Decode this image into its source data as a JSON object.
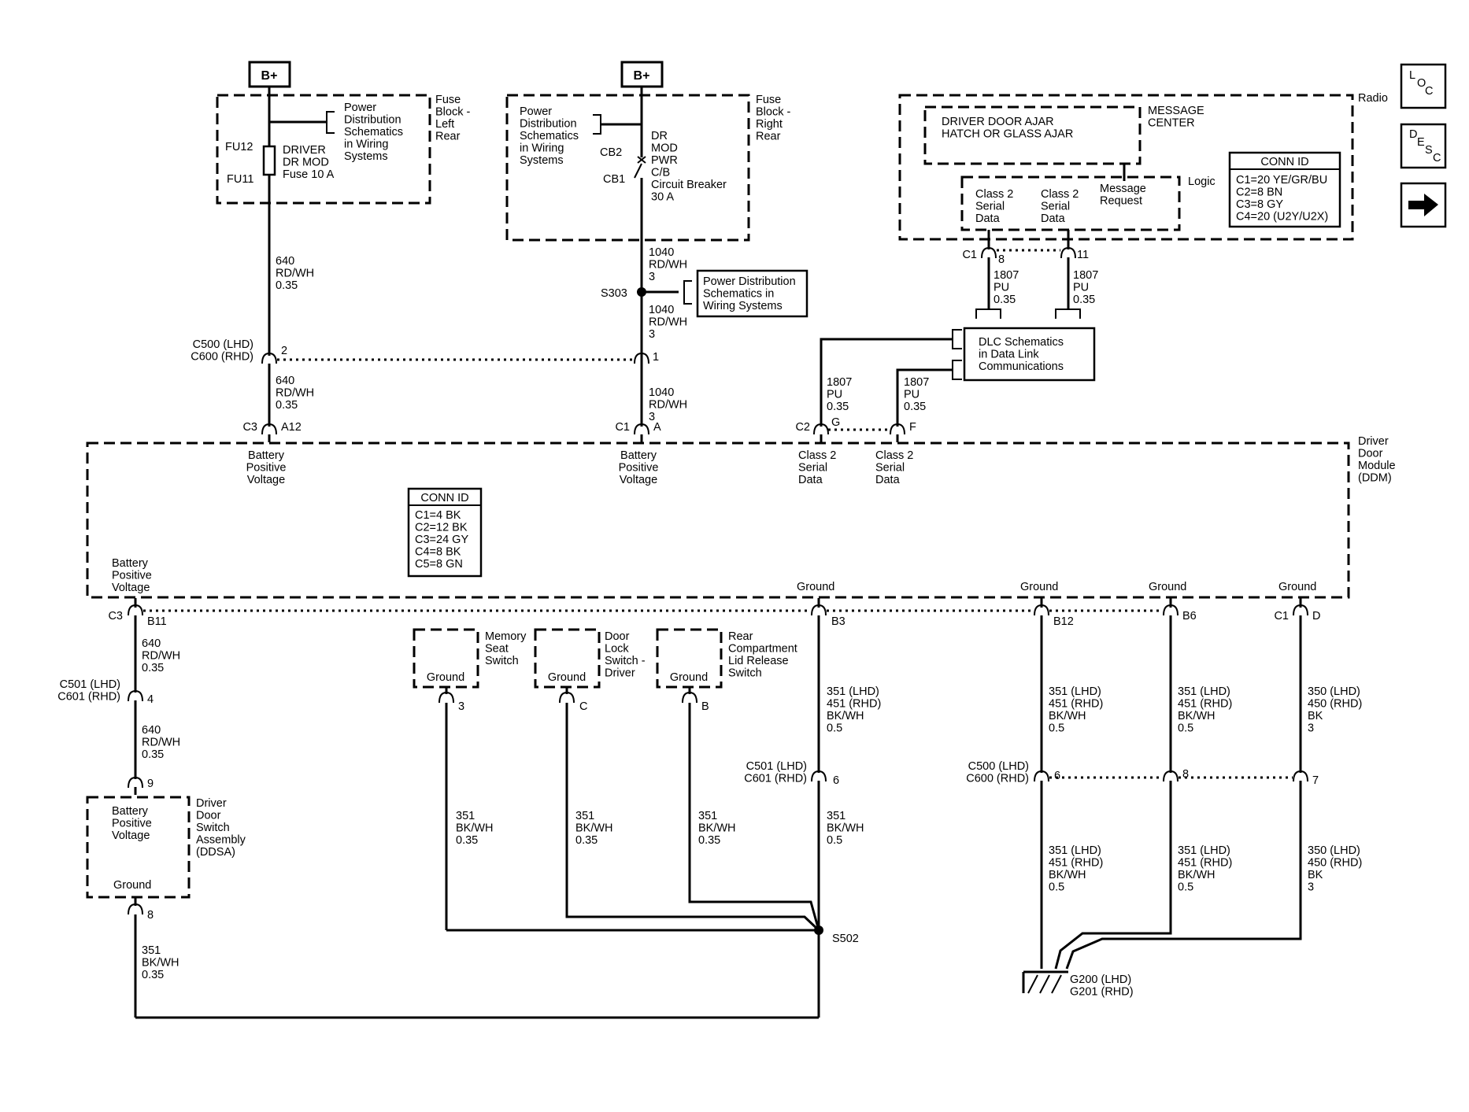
{
  "power": {
    "b_plus_left": "B+",
    "b_plus_right": "B+"
  },
  "fuse_block_left": {
    "title": [
      "Fuse",
      "Block -",
      "Left",
      "Rear"
    ],
    "ref": [
      "Power",
      "Distribution",
      "Schematics",
      "in Wiring",
      "Systems"
    ],
    "fuse": [
      "DRIVER",
      "DR MOD",
      "Fuse 10 A"
    ],
    "pin_top": "FU12",
    "pin_bottom": "FU11"
  },
  "fuse_block_right": {
    "title": [
      "Fuse",
      "Block -",
      "Right",
      "Rear"
    ],
    "ref": [
      "Power",
      "Distribution",
      "Schematics",
      "in Wiring",
      "Systems"
    ],
    "breaker": [
      "DR",
      "MOD",
      "PWR",
      "C/B",
      "Circuit Breaker",
      "30 A"
    ],
    "pin_top": "CB2",
    "pin_bottom": "CB1"
  },
  "wires": {
    "w640a": [
      "640",
      "RD/WH",
      "0.35"
    ],
    "w640b": [
      "640",
      "RD/WH",
      "0.35"
    ],
    "w1040a": [
      "1040",
      "RD/WH",
      "3"
    ],
    "w1040b": [
      "1040",
      "RD/WH",
      "3"
    ],
    "w1040c": [
      "1040",
      "RD/WH",
      "3"
    ],
    "w1807a": [
      "1807",
      "PU",
      "0.35"
    ],
    "w1807b": [
      "1807",
      "PU",
      "0.35"
    ],
    "w1807c": [
      "1807",
      "PU",
      "0.35"
    ],
    "w1807d": [
      "1807",
      "PU",
      "0.35"
    ],
    "w640c": [
      "640",
      "RD/WH",
      "0.35"
    ],
    "w640d": [
      "640",
      "RD/WH",
      "0.35"
    ],
    "w351_ms": [
      "351",
      "BK/WH",
      "0.35"
    ],
    "w351_dl": [
      "351",
      "BK/WH",
      "0.35"
    ],
    "w351_rc": [
      "351",
      "BK/WH",
      "0.35"
    ],
    "w351_b3a": [
      "351 (LHD)",
      "451 (RHD)",
      "BK/WH",
      "0.5"
    ],
    "w351_b3b": [
      "351",
      "BK/WH",
      "0.5"
    ],
    "w351_b12a": [
      "351 (LHD)",
      "451 (RHD)",
      "BK/WH",
      "0.5"
    ],
    "w351_b6a": [
      "351 (LHD)",
      "451 (RHD)",
      "BK/WH",
      "0.5"
    ],
    "w350_da": [
      "350 (LHD)",
      "450 (RHD)",
      "BK",
      "3"
    ],
    "w351_b12b": [
      "351 (LHD)",
      "451 (RHD)",
      "BK/WH",
      "0.5"
    ],
    "w351_b6b": [
      "351 (LHD)",
      "451 (RHD)",
      "BK/WH",
      "0.5"
    ],
    "w350_db": [
      "350 (LHD)",
      "450 (RHD)",
      "BK",
      "3"
    ],
    "w351_ddsa": [
      "351",
      "BK/WH",
      "0.35"
    ]
  },
  "splices": {
    "s303": "S303",
    "s502": "S502"
  },
  "pds_box": [
    "Power Distribution",
    "Schematics in",
    "Wiring Systems"
  ],
  "connectors": {
    "c500_top": [
      "C500 (LHD)",
      "C600 (RHD)"
    ],
    "c500_pin2": "2",
    "c500_pin1": "1",
    "c3_top": "C3",
    "a12": "A12",
    "c1_top": "C1",
    "pin_a": "A",
    "c2": "C2",
    "pin_g": "G",
    "pin_f": "F",
    "radio_c1": "C1",
    "radio_pin8": "8",
    "radio_pin11": "11",
    "c3_bottom": "C3",
    "b11": "B11",
    "b3": "B3",
    "b12": "B12",
    "b6": "B6",
    "c1_bottom": "C1",
    "pin_d": "D",
    "c501_left": [
      "C501 (LHD)",
      "C601 (RHD)"
    ],
    "c501_left_pin": "4",
    "ddsa_pin9": "9",
    "ddsa_pin8": "8",
    "c501_mid": [
      "C501 (LHD)",
      "C601 (RHD)"
    ],
    "c501_mid_pin": "6",
    "c500_bot": [
      "C500 (LHD)",
      "C600 (RHD)"
    ],
    "c500_bot_pin6": "6",
    "c500_bot_pin8": "8",
    "c500_bot_pin7": "7",
    "ms_pin": "3",
    "dl_pin": "C",
    "rc_pin": "B"
  },
  "radio": {
    "title": "Radio",
    "message_center": [
      "MESSAGE",
      "CENTER"
    ],
    "display": [
      "DRIVER DOOR AJAR",
      "HATCH OR GLASS AJAR"
    ],
    "logic": "Logic",
    "serial1": [
      "Class 2",
      "Serial",
      "Data"
    ],
    "serial2": [
      "Class 2",
      "Serial",
      "Data"
    ],
    "message_request": [
      "Message",
      "Request"
    ],
    "conn_id_title": "CONN ID",
    "conn_id": [
      "C1=20 YE/GR/BU",
      "C2=8 BN",
      "C3=8 GY",
      "C4=20 (U2Y/U2X)"
    ]
  },
  "dlc_box": [
    "DLC Schematics",
    "in Data Link",
    "Communications"
  ],
  "ddm": {
    "title": [
      "Driver",
      "Door",
      "Module",
      "(DDM)"
    ],
    "bpv_a12": [
      "Battery",
      "Positive",
      "Voltage"
    ],
    "bpv_a": [
      "Battery",
      "Positive",
      "Voltage"
    ],
    "serial_g": [
      "Class 2",
      "Serial",
      "Data"
    ],
    "serial_f": [
      "Class 2",
      "Serial",
      "Data"
    ],
    "bpv_b11": [
      "Battery",
      "Positive",
      "Voltage"
    ],
    "ground_b3": "Ground",
    "ground_b12": "Ground",
    "ground_b6": "Ground",
    "ground_d": "Ground",
    "conn_id_title": "CONN ID",
    "conn_id": [
      "C1=4 BK",
      "C2=12 BK",
      "C3=24 GY",
      "C4=8 BK",
      "C5=8 GN"
    ]
  },
  "switches": {
    "memory_seat": [
      "Memory",
      "Seat",
      "Switch"
    ],
    "door_lock": [
      "Door",
      "Lock",
      "Switch -",
      "Driver"
    ],
    "rear_compartment": [
      "Rear",
      "Compartment",
      "Lid Release",
      "Switch"
    ],
    "ground_ms": "Ground",
    "ground_dl": "Ground",
    "ground_rc": "Ground"
  },
  "ddsa": {
    "title": [
      "Driver",
      "Door",
      "Switch",
      "Assembly",
      "(DDSA)"
    ],
    "bpv": [
      "Battery",
      "Positive",
      "Voltage"
    ],
    "ground": "Ground"
  },
  "ground_point": [
    "G200 (LHD)",
    "G201 (RHD)"
  ],
  "nav": {
    "loc": [
      "L",
      "O",
      "C"
    ],
    "desc": [
      "D",
      "E",
      "S",
      "C"
    ]
  }
}
